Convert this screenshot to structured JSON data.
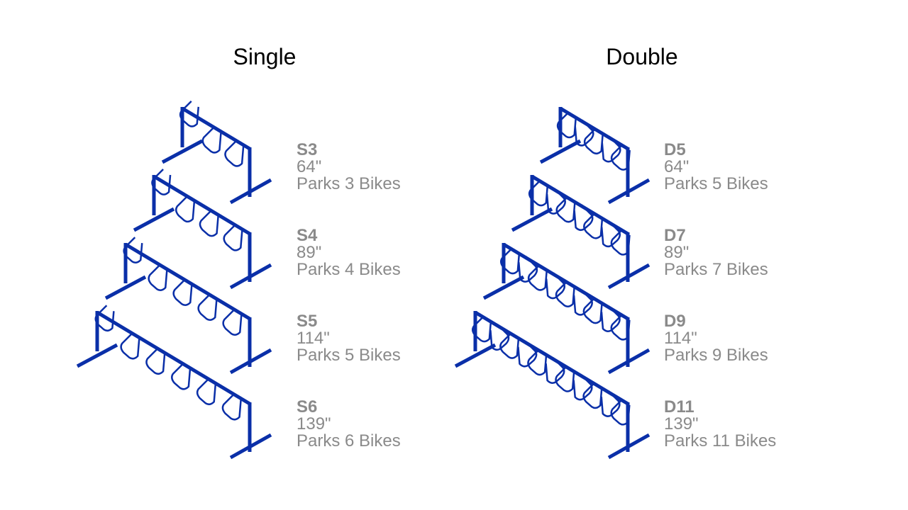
{
  "columns": [
    {
      "title": "Single",
      "type": "single",
      "racks": [
        {
          "model": "S3",
          "length": "64\"",
          "capacity": "Parks 3 Bikes",
          "bikes": 3
        },
        {
          "model": "S4",
          "length": "89\"",
          "capacity": "Parks 4 Bikes",
          "bikes": 4
        },
        {
          "model": "S5",
          "length": "114\"",
          "capacity": "Parks 5 Bikes",
          "bikes": 5
        },
        {
          "model": "S6",
          "length": "139\"",
          "capacity": "Parks 6 Bikes",
          "bikes": 6
        }
      ]
    },
    {
      "title": "Double",
      "type": "double",
      "racks": [
        {
          "model": "D5",
          "length": "64\"",
          "capacity": "Parks 5 Bikes",
          "bikes": 5
        },
        {
          "model": "D7",
          "length": "89\"",
          "capacity": "Parks 7 Bikes",
          "bikes": 7
        },
        {
          "model": "D9",
          "length": "114\"",
          "capacity": "Parks 9 Bikes",
          "bikes": 9
        },
        {
          "model": "D11",
          "length": "139\"",
          "capacity": "Parks 11 Bikes",
          "bikes": 11
        }
      ]
    }
  ],
  "colors": {
    "rack": "#0a2fa8",
    "label": "#8a8a8a"
  }
}
